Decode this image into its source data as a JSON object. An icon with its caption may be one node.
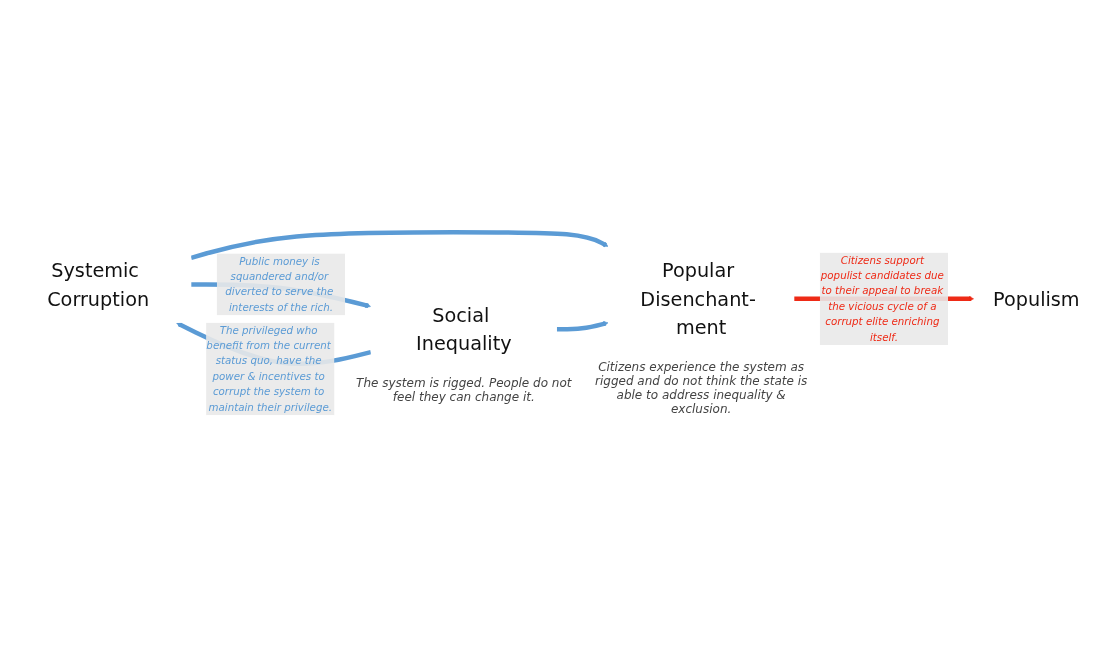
{
  "diagram": {
    "nodes": [
      {
        "text": [
          "Populism"
        ]
      },
      {
        "text": [
          "Systemic Corruption"
        ]
      },
      {
        "text": [
          "Popular Disenchant- ment"
        ],
        "beside": [
          "Citizens experience the system as rigged and do not think the state is able to address inequality & exclusion."
        ]
      },
      {
        "text": [
          "Social Inequality"
        ],
        "beside": [
          "The system is rigged. People do not feel they can change it."
        ]
      }
    ],
    "edges": [
      {
        "from": 1,
        "to": 3,
        "arrow": "to",
        "label": "Public money is squandered and/or diverted to serve the interests of the rich."
      },
      {
        "from": 3,
        "to": 1,
        "arrow": "to",
        "label": "The privileged who benefit from the current status quo, have the power & incentives to corrupt the system to maintain their privilege."
      },
      {
        "from": 1,
        "to": 2,
        "arrow": "to"
      },
      {
        "from": 3,
        "to": 2,
        "arrow": "to"
      },
      {
        "from": 2,
        "to": 0,
        "arrow": "to",
        "color": "#ee2a16",
        "label": "Citizens support populist candidates due to their appeal to break the vicious cycle of a corrupt elite enriching itself."
      }
    ]
  }
}
